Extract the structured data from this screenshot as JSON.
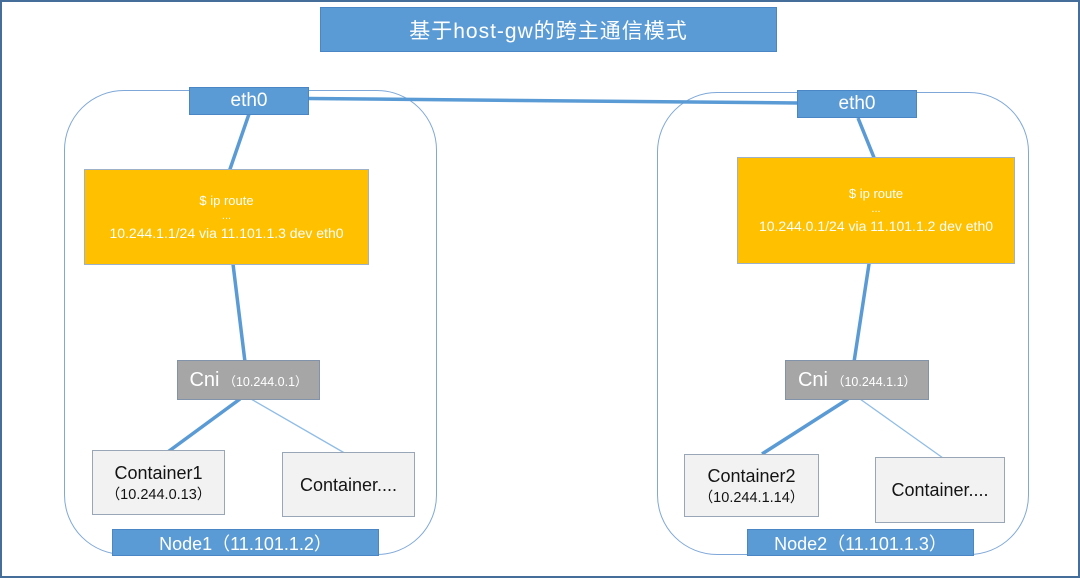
{
  "title": "基于host-gw的跨主通信模式",
  "colors": {
    "accent_blue": "#5B9BD5",
    "accent_orange": "#FFC000",
    "cni_gray": "#A6A6A6",
    "container_fill": "#F2F2F2",
    "wire_blue": "#5B9BD5",
    "wire_light_blue": "#8FBCE6",
    "frame_border": "#456f9a"
  },
  "nodes": [
    {
      "eth_label": "eth0",
      "route_box": {
        "line1": "$ ip route",
        "line2": "...",
        "line3": "10.244.1.1/24 via 11.101.1.3 dev eth0"
      },
      "cni": {
        "name": "Cni",
        "ip": "（10.244.0.1）"
      },
      "containers": [
        {
          "name": "Container1",
          "ip": "（10.244.0.13）"
        },
        {
          "name": "Container...."
        }
      ],
      "node_label": "Node1（11.101.1.2）"
    },
    {
      "eth_label": "eth0",
      "route_box": {
        "line1": "$ ip route",
        "line2": "...",
        "line3": "10.244.0.1/24 via 11.101.1.2 dev eth0"
      },
      "cni": {
        "name": "Cni",
        "ip": "（10.244.1.1）"
      },
      "containers": [
        {
          "name": "Container2",
          "ip": "（10.244.1.14）"
        },
        {
          "name": "Container...."
        }
      ],
      "node_label": "Node2（11.101.1.3）"
    }
  ]
}
